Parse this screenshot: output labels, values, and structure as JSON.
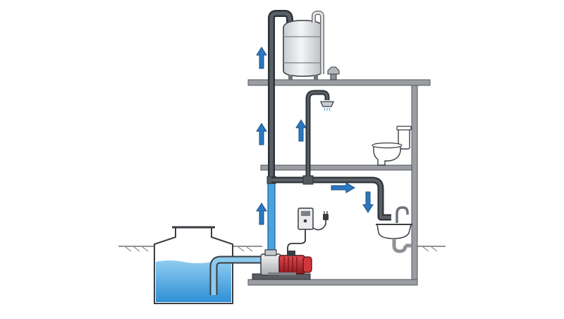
{
  "diagram": {
    "kind": "household water pump system",
    "labels": []
  },
  "components": {
    "cistern": {
      "icon": "underground-water-tank-icon"
    },
    "pump": {
      "icon": "electric-water-pump-icon"
    },
    "controller": {
      "icon": "pressure-control-panel-icon"
    },
    "pressure_tank": {
      "icon": "pressure-tank-icon"
    },
    "shower": {
      "icon": "shower-head-icon"
    },
    "toilet": {
      "icon": "toilet-icon"
    },
    "sink": {
      "icon": "sink-faucet-icon"
    },
    "plug": {
      "icon": "power-plug-icon"
    }
  },
  "flow_arrows": [
    {
      "name": "arrow-up-icon",
      "direction": "up"
    },
    {
      "name": "arrow-up-icon",
      "direction": "up"
    },
    {
      "name": "arrow-up-icon",
      "direction": "up"
    },
    {
      "name": "arrow-up-icon",
      "direction": "up"
    },
    {
      "name": "arrow-right-icon",
      "direction": "right"
    },
    {
      "name": "arrow-down-icon",
      "direction": "down"
    }
  ],
  "colors": {
    "water": "#4aa3df",
    "water_dark": "#1e6fb5",
    "pipe_dark": "#3d4148",
    "pump_red": "#c0262c",
    "structure_gray": "#8e9196",
    "arrow_blue": "#2b78c2"
  }
}
